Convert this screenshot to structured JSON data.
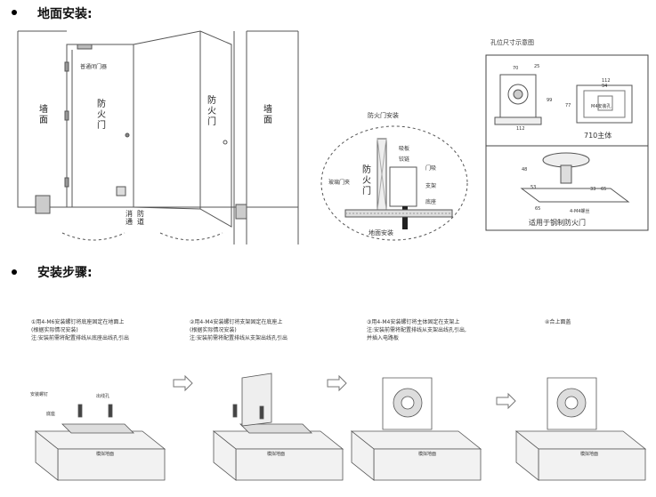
{
  "sections": {
    "floor_install": "地面安装:",
    "install_steps": "安装步骤:"
  },
  "floor_diagram": {
    "wall_left": "墙面",
    "fire_door_left": "防火门",
    "fire_door_right": "防火门",
    "wall_right": "墙面",
    "closer_label": "普通闭门器",
    "passage_1": "消通",
    "passage_2": "防道"
  },
  "detail": {
    "title": "防火门安装",
    "fire_door": "防火门",
    "glass_edge": "玻璃门夹",
    "suction": "吸板",
    "hinge": "铰链",
    "door_suction": "门吸",
    "bracket": "支架",
    "base": "底座",
    "floor": "地面安装"
  },
  "hole_chart": {
    "title": "孔位尺寸示意图",
    "dim_70": "70",
    "dim_25": "25",
    "dim_112a": "112",
    "dim_94": "94",
    "dim_99": "99",
    "dim_77": "77",
    "dim_112b": "112",
    "screw_label": "M4安装孔",
    "model_caption": "710主体",
    "dim_48": "48",
    "dim_53": "53",
    "dim_65a": "65",
    "dim_65b": "65",
    "dim_33": "33",
    "screw_label2": "4-M4螺丝",
    "bottom_caption": "适用于钢制防火门"
  },
  "steps": [
    {
      "text": "①用4-M6安装螺钉将底座固定在地面上\n  (根据实际情况安装)\n注:安装前需将配置排线从底座出线孔引出"
    },
    {
      "text": "②用4-M4安装螺钉将支架固定在底座上\n  (根据实际情况安装)\n注:安装前需将配置排线从支架出线孔引出"
    },
    {
      "text": "③用4-M4安装螺钉将主体固定在支架上\n注:安装前需将配置排线从支架出线孔引出,\n并插入电路板"
    },
    {
      "text": "④合上面盖"
    }
  ],
  "step_labels": {
    "screw": "安装螺钉",
    "cable_hole": "出线孔",
    "base": "底座",
    "floor_1": "模拟地面",
    "floor_2": "模拟地面",
    "floor_3": "模拟地面",
    "floor_4": "模拟地面"
  }
}
